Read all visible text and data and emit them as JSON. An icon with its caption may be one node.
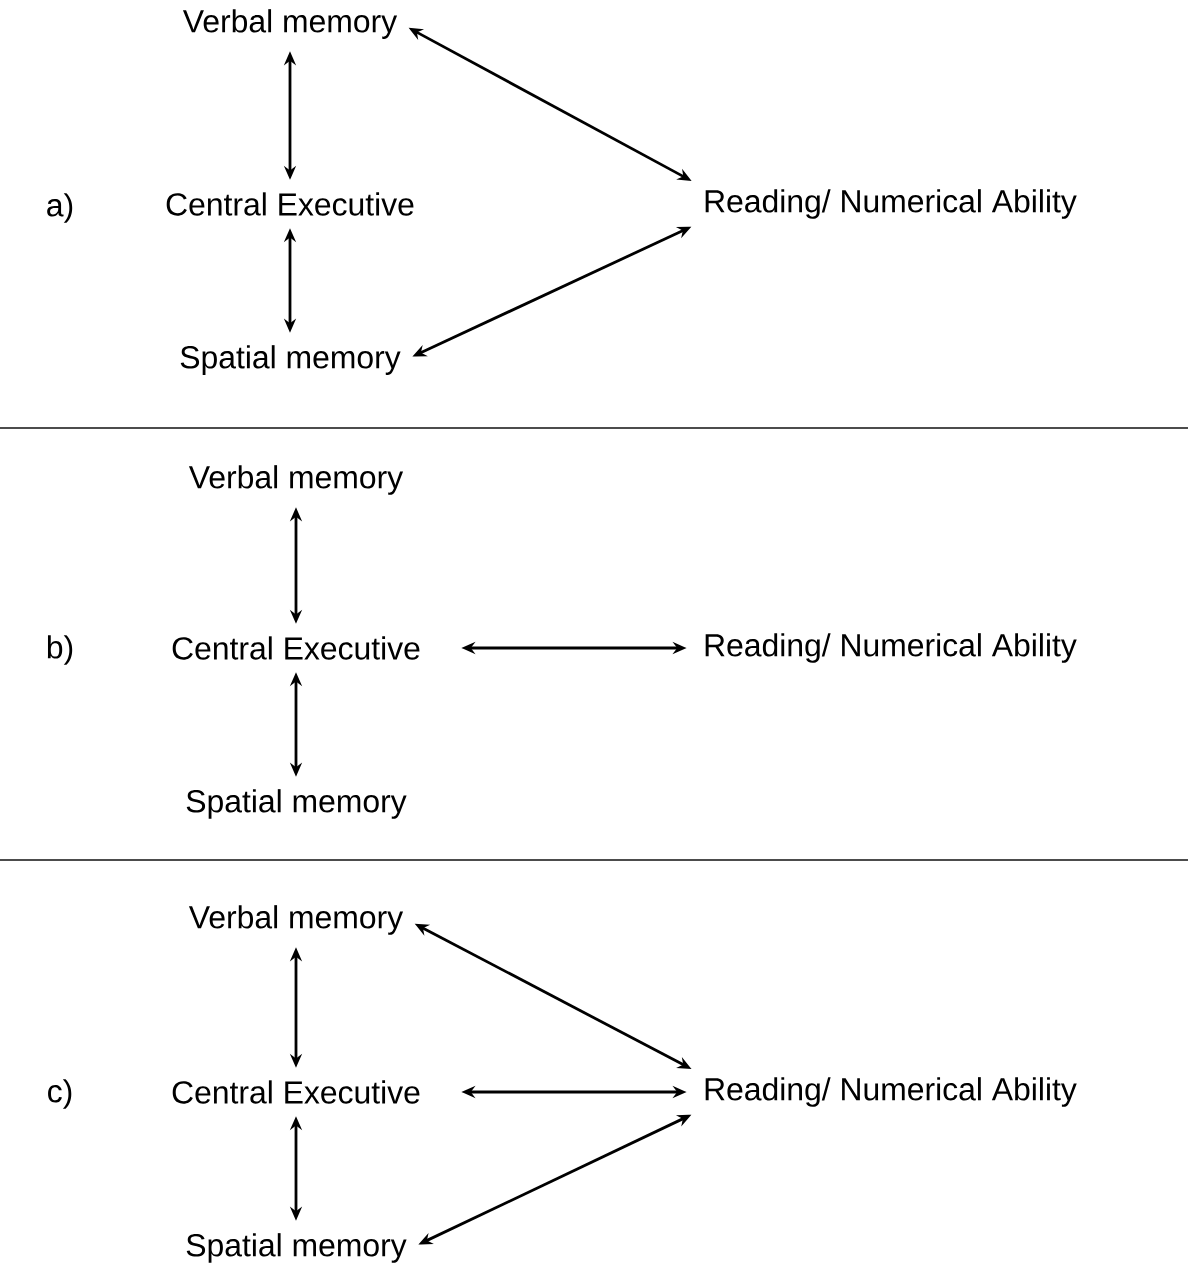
{
  "diagram": {
    "nodes": [
      {
        "text": [
          "Verbal memory"
        ]
      },
      {
        "text": [
          "Central Executive"
        ]
      },
      {
        "text": [
          "Spatial memory"
        ]
      },
      {
        "text": [
          "Reading/ Numerical Ability"
        ]
      },
      {
        "text": [
          "Verbal memory"
        ]
      },
      {
        "text": [
          "Central Executive"
        ]
      },
      {
        "text": [
          "Spatial memory"
        ]
      },
      {
        "text": [
          "Reading/ Numerical Ability"
        ]
      },
      {
        "text": [
          "Verbal memory"
        ]
      },
      {
        "text": [
          "Central Executive"
        ]
      },
      {
        "text": [
          "Spatial memory"
        ]
      },
      {
        "text": [
          "Reading/ Numerical Ability"
        ]
      }
    ],
    "edges": [
      {
        "from": 0,
        "to": 1,
        "arrow": "both"
      },
      {
        "from": 1,
        "to": 2,
        "arrow": "both"
      },
      {
        "from": 0,
        "to": 3,
        "arrow": "both"
      },
      {
        "from": 2,
        "to": 3,
        "arrow": "both"
      },
      {
        "from": 4,
        "to": 5,
        "arrow": "both"
      },
      {
        "from": 5,
        "to": 6,
        "arrow": "both"
      },
      {
        "from": 5,
        "to": 7,
        "arrow": "both"
      },
      {
        "from": 8,
        "to": 9,
        "arrow": "both"
      },
      {
        "from": 9,
        "to": 10,
        "arrow": "both"
      },
      {
        "from": 8,
        "to": 11,
        "arrow": "both"
      },
      {
        "from": 9,
        "to": 11,
        "arrow": "both"
      },
      {
        "from": 10,
        "to": 11,
        "arrow": "both"
      }
    ],
    "labels": [
      "a)",
      "b)",
      "c)"
    ]
  }
}
